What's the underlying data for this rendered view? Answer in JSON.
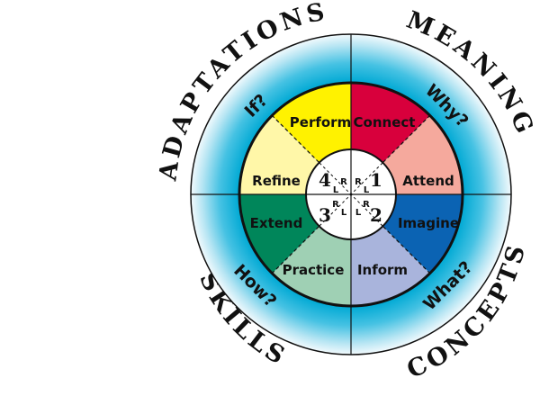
{
  "outer_labels": {
    "top_left": "ADAPTATIONS",
    "top_right": "MEANING",
    "bottom_left": "SKILLS",
    "bottom_right": "CONCEPTS"
  },
  "questions": {
    "top_left": "If?",
    "top_right": "Why?",
    "bottom_left": "How?",
    "bottom_right": "What?"
  },
  "segments": [
    {
      "key": "perform",
      "label": "Perform",
      "color": "#fff200"
    },
    {
      "key": "connect",
      "label": "Connect",
      "color": "#d8003c"
    },
    {
      "key": "attend",
      "label": "Attend",
      "color": "#f5a99d"
    },
    {
      "key": "imagine",
      "label": "Imagine",
      "color": "#0b63b3"
    },
    {
      "key": "inform",
      "label": "Inform",
      "color": "#a9b4dc"
    },
    {
      "key": "practice",
      "label": "Practice",
      "color": "#9fd0b4"
    },
    {
      "key": "extend",
      "label": "Extend",
      "color": "#00865a"
    },
    {
      "key": "refine",
      "label": "Refine",
      "color": "#fff7a8"
    }
  ],
  "center": {
    "numbers": [
      "1",
      "2",
      "3",
      "4"
    ],
    "quadrant_letters": {
      "q1": [
        "R",
        "L"
      ],
      "q2": [
        "L",
        "R"
      ],
      "q3": [
        "R",
        "L"
      ],
      "q4": [
        "R",
        "L"
      ]
    }
  },
  "colors": {
    "ring_cyan": "#00a9d4",
    "ring_light": "#e6f6fb",
    "outline": "#111111"
  }
}
